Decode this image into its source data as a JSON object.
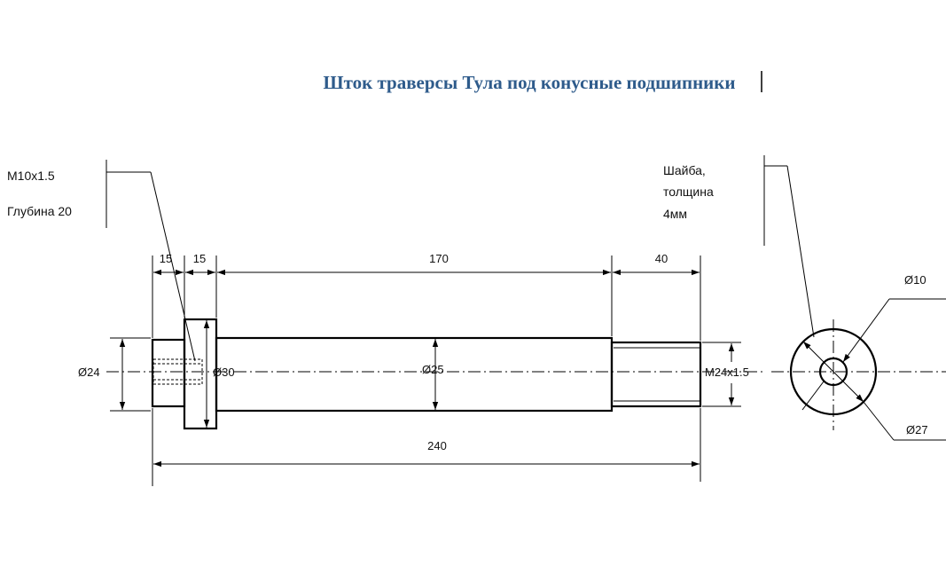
{
  "title": "Шток траверсы Тула под конусные подшипники",
  "colors": {
    "title": "#2e5b8b",
    "line": "#000000",
    "background": "#ffffff"
  },
  "dimensions": {
    "len1": "15",
    "len2": "15",
    "len3": "170",
    "len4": "40",
    "total": "240",
    "dia_left": "Ø24",
    "dia_collar": "Ø30",
    "dia_main": "Ø25",
    "thread_end": "M24x1.5",
    "washer_inner": "Ø10",
    "washer_outer": "Ø27"
  },
  "notes": {
    "thread_hole": "M10x1.5",
    "depth": "Глубина 20",
    "washer_line1": "Шайба,",
    "washer_line2": "толщина",
    "washer_line3": "4мм"
  }
}
